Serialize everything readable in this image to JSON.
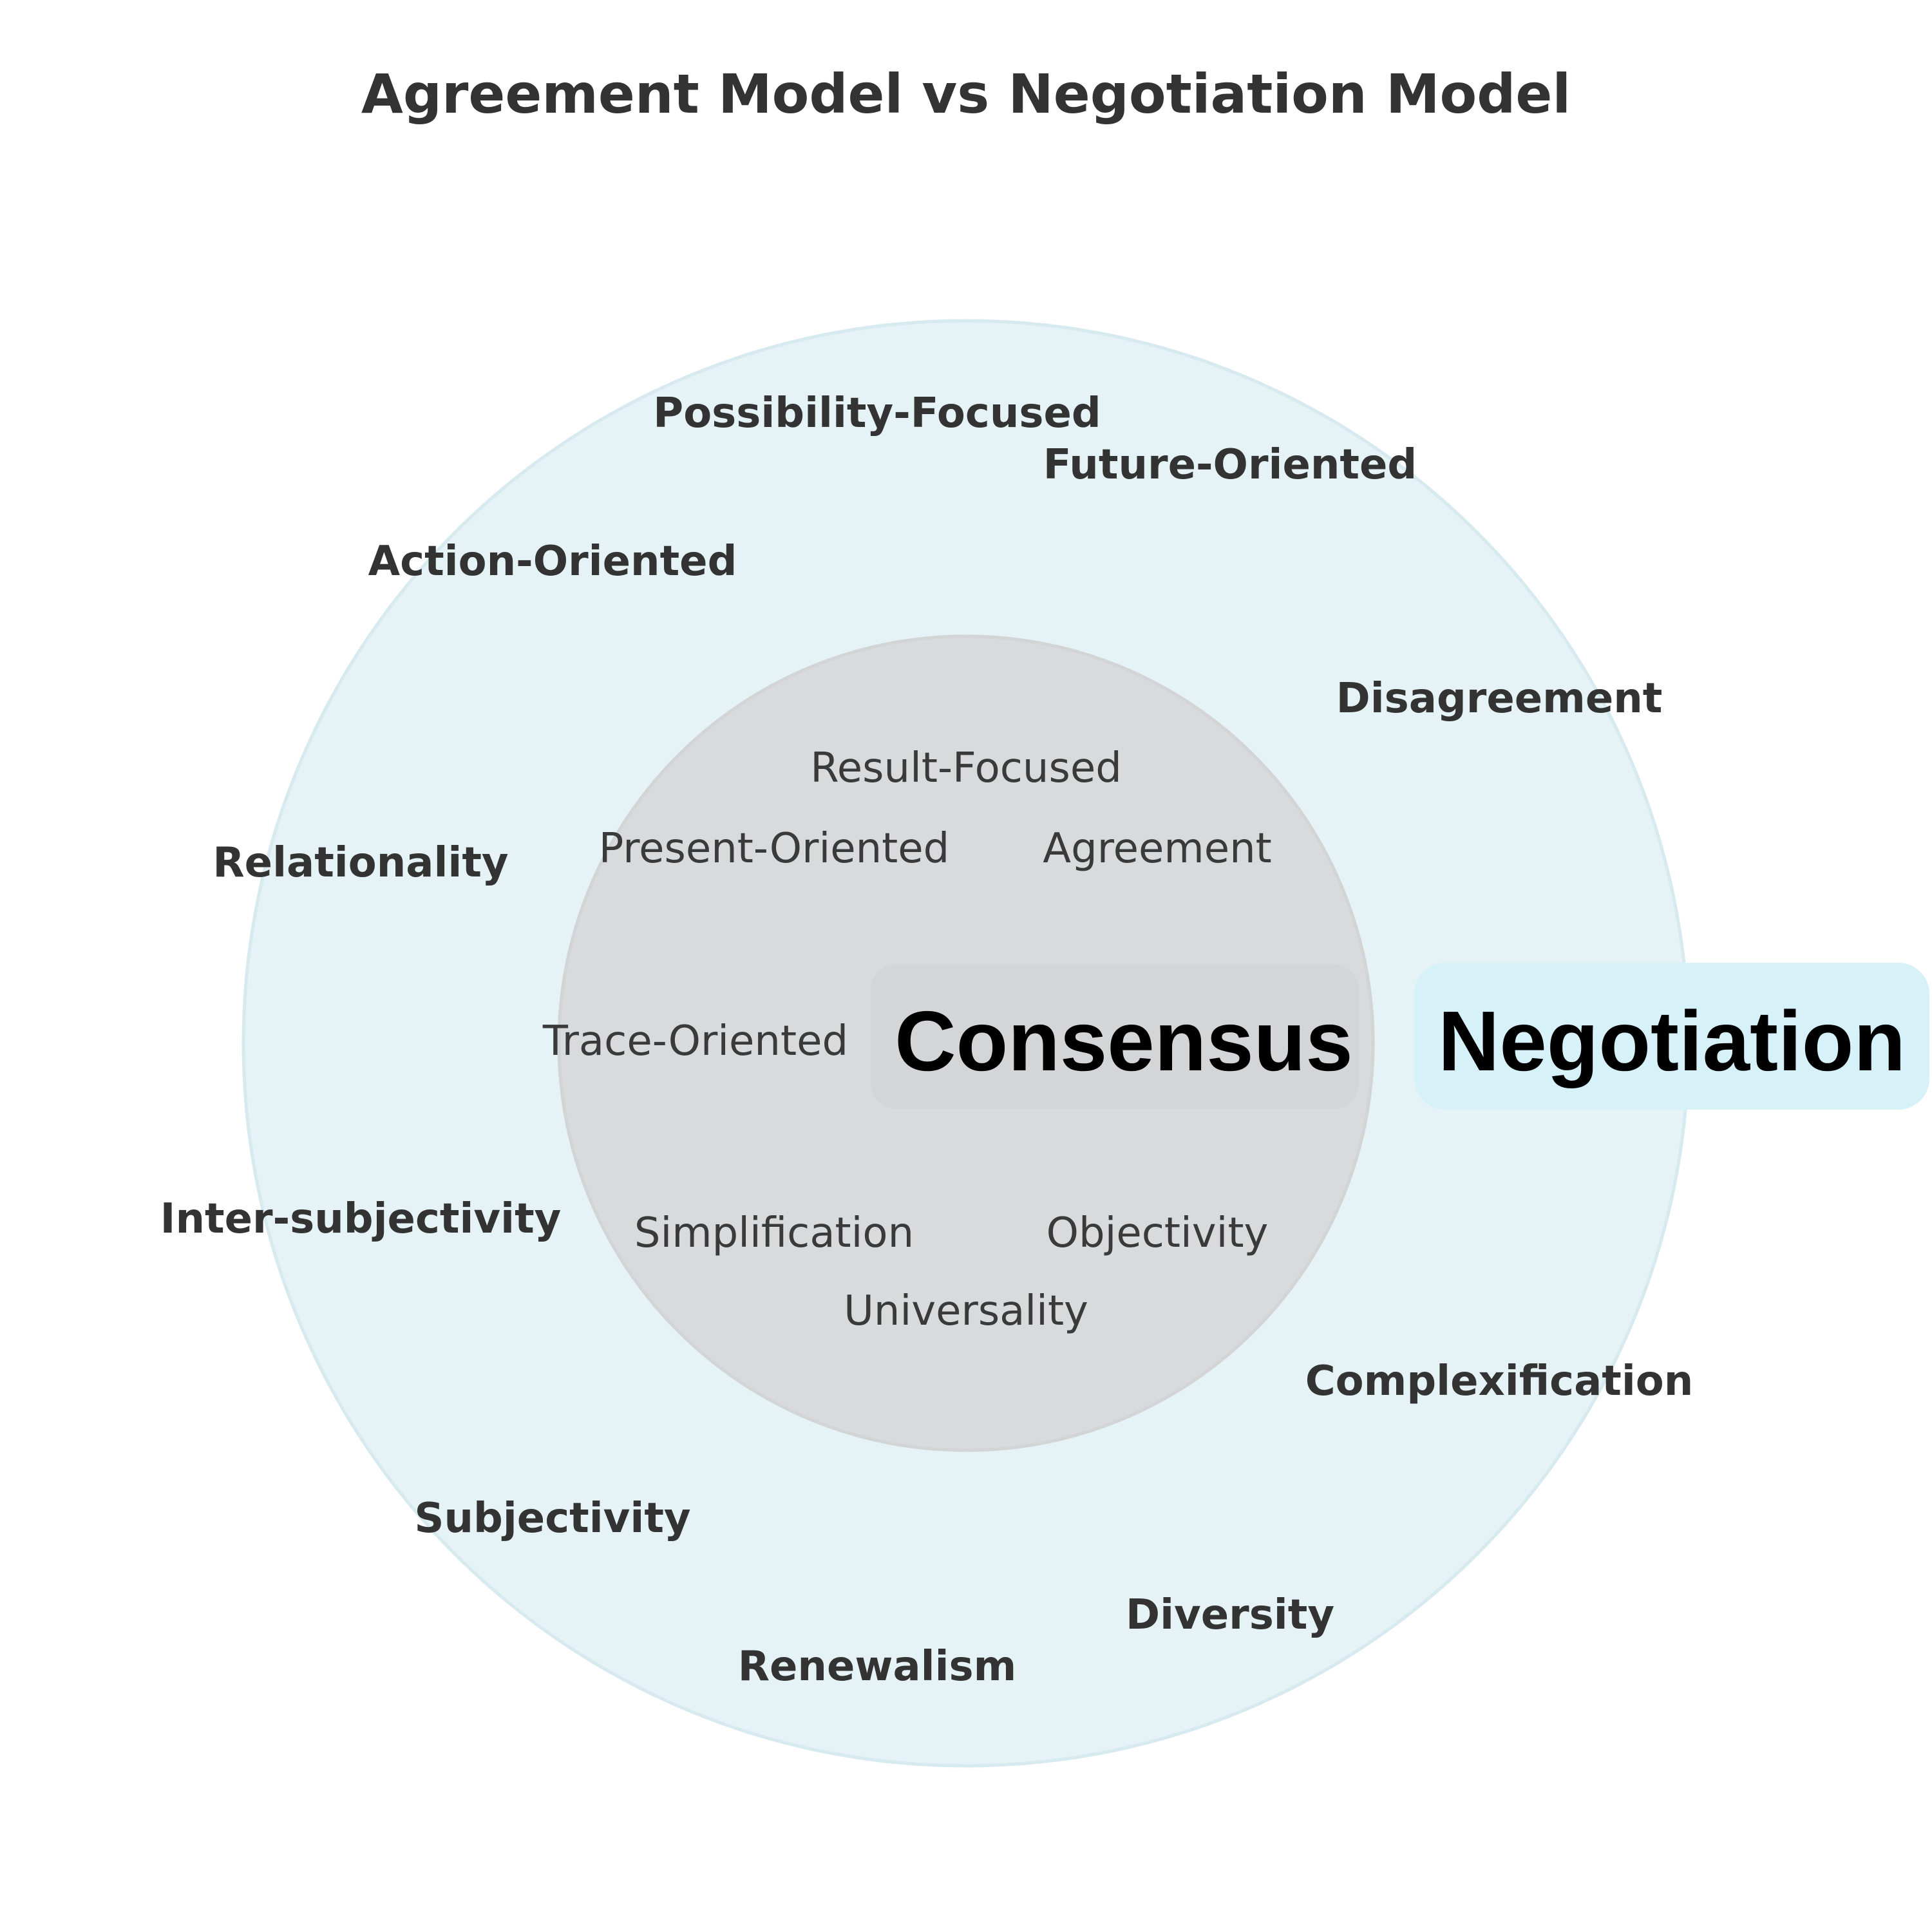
{
  "title": "Agreement Model vs Negotiation Model",
  "colors": {
    "outer_fill": "#e5f2f6",
    "outer_stroke": "#d6eaf0",
    "inner_fill": "#d8dadb",
    "inner_stroke": "#d2d4d5",
    "consensus_box": "#d4d5d6",
    "negotiation_box": "#d6f2f8",
    "text": "#333333"
  },
  "center_label": "Consensus",
  "outer_label": "Negotiation",
  "outer_terms": {
    "possibility_focused": "Possibility-Focused",
    "future_oriented": "Future-Oriented",
    "action_oriented": "Action-Oriented",
    "disagreement": "Disagreement",
    "relationality": "Relationality",
    "inter_subjectivity": "Inter-subjectivity",
    "complexification": "Complexification",
    "subjectivity": "Subjectivity",
    "diversity": "Diversity",
    "renewalism": "Renewalism"
  },
  "inner_terms": {
    "result_focused": "Result-Focused",
    "present_oriented": "Present-Oriented",
    "agreement": "Agreement",
    "trace_oriented": "Trace-Oriented",
    "simplification": "Simplification",
    "objectivity": "Objectivity",
    "universality": "Universality"
  }
}
